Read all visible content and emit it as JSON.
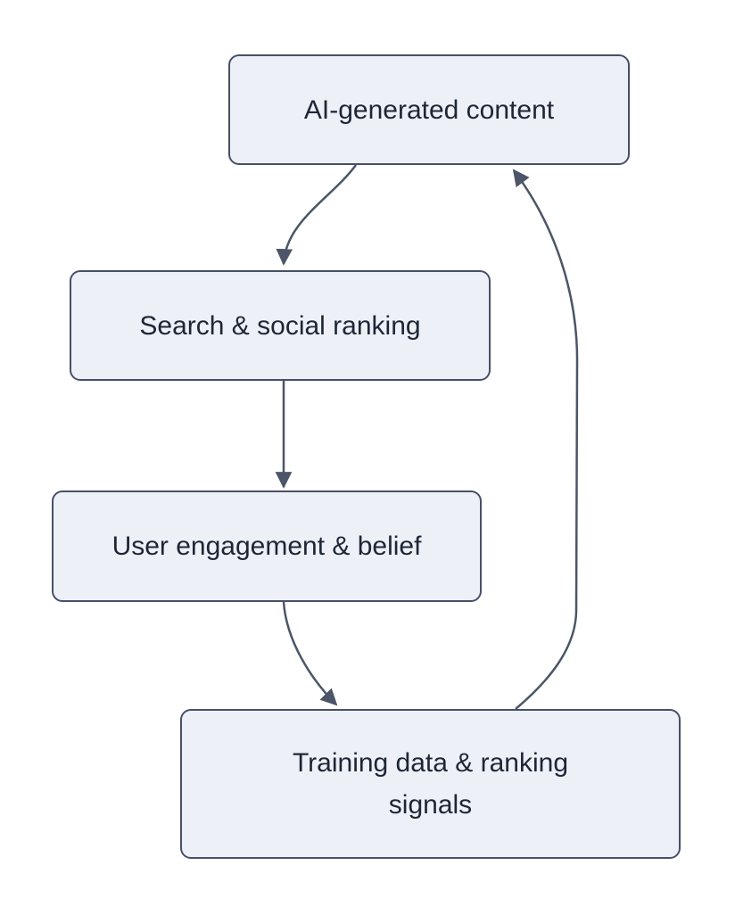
{
  "diagram": {
    "type": "flowchart-cycle",
    "nodes": [
      {
        "id": "ai",
        "label": "AI-generated content"
      },
      {
        "id": "ranking",
        "label": "Search & social ranking"
      },
      {
        "id": "engage",
        "label": "User engagement & belief"
      },
      {
        "id": "training",
        "label": "Training data & ranking signals"
      }
    ],
    "edges": [
      {
        "from": "AI-generated content",
        "to": "Search & social ranking"
      },
      {
        "from": "Search & social ranking",
        "to": "User engagement & belief"
      },
      {
        "from": "User engagement & belief",
        "to": "Training data & ranking signals"
      },
      {
        "from": "Training data & ranking signals",
        "to": "AI-generated content"
      }
    ],
    "colors": {
      "background": "#FFFFFF",
      "node_fill": "#EDF1F7",
      "node_border": "#475068",
      "edge": "#4C5668",
      "text": "#1E2636"
    }
  }
}
